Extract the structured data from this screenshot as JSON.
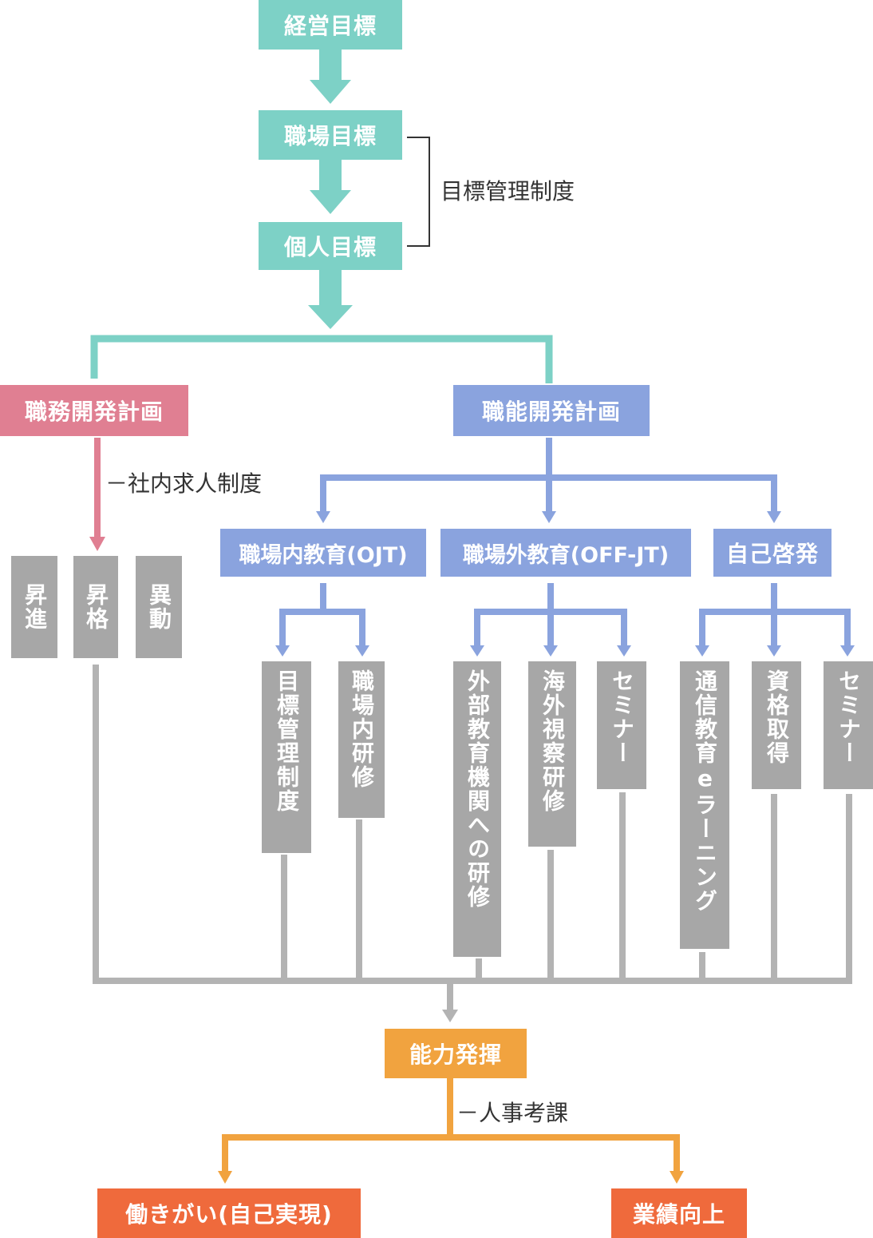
{
  "colors": {
    "teal": "#7dd1c6",
    "pink": "#e07f92",
    "blue": "#8aa3de",
    "gray": "#a7a7a7",
    "orange": "#f1a33f",
    "red": "#ef6a3c"
  },
  "goals": {
    "management": "経営目標",
    "workplace": "職場目標",
    "individual": "個人目標",
    "system_label": "目標管理制度"
  },
  "plans": {
    "job_dev": "職務開発計画",
    "skill_dev": "職能開発計画",
    "job_dev_note": "－社内求人制度"
  },
  "job_outcomes": [
    "昇進",
    "昇格",
    "異動"
  ],
  "skill_categories": {
    "ojt": "職場内教育(OJT)",
    "offjt": "職場外教育(OFF-JT)",
    "self": "自己啓発"
  },
  "ojt_items": [
    "目標管理制度",
    "職場内研修"
  ],
  "offjt_items": [
    "外部教育機関への研修",
    "海外視察研修",
    "セミナー"
  ],
  "self_items": [
    "通信教育eラーニング",
    "資格取得",
    "セミナー"
  ],
  "result": {
    "ability": "能力発揮",
    "ability_note": "－人事考課",
    "fulfillment": "働きがい(自己実現)",
    "performance": "業績向上"
  }
}
